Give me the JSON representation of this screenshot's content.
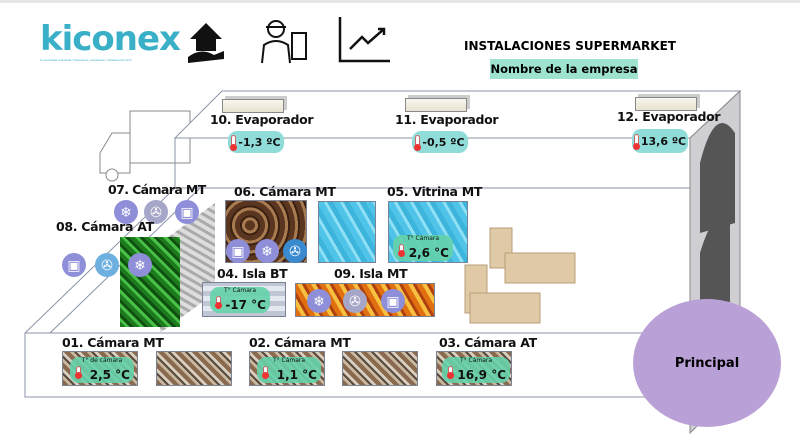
{
  "header": {
    "logo": "kiconex",
    "logo_tagline": "Conectividad avanzada | Soluciones energéticas | Instalaciones (IoT)",
    "title": "INSTALACIONES SUPERMARKET",
    "company": "Nombre de la empresa"
  },
  "evaporators": [
    {
      "label": "10. Evaporador",
      "temp": "-1,3 ºC"
    },
    {
      "label": "11. Evaporador",
      "temp": "-0,5 ºC"
    },
    {
      "label": "12. Evaporador",
      "temp": "13,6 ºC"
    }
  ],
  "units": {
    "c07": {
      "label": "07. Cámara MT"
    },
    "c08": {
      "label": "08. Cámara AT"
    },
    "c06": {
      "label": "06. Cámara MT"
    },
    "c05": {
      "label": "05. Vitrina MT",
      "temp_title": "T° Cámara",
      "temp": "2,6 °C"
    },
    "c04": {
      "label": "04. Isla BT",
      "temp_title": "T° Cámara",
      "temp": "-17 °C"
    },
    "c09": {
      "label": "09. Isla MT"
    },
    "c01": {
      "label": "01. Cámara MT",
      "temp_title": "T° de cámara",
      "temp": "2,5 °C"
    },
    "c02": {
      "label": "02. Cámara MT",
      "temp_title": "T° Cámara",
      "temp": "1,1 °C"
    },
    "c03": {
      "label": "03. Cámara AT",
      "temp_title": "T° Cámara",
      "temp": "16,9 °C"
    }
  },
  "principal": "Principal",
  "colors": {
    "pill": "#8fdcd8",
    "badge": "#9ee3cf",
    "principal": "#b9a0d6",
    "icon": "#8e8fd8"
  }
}
